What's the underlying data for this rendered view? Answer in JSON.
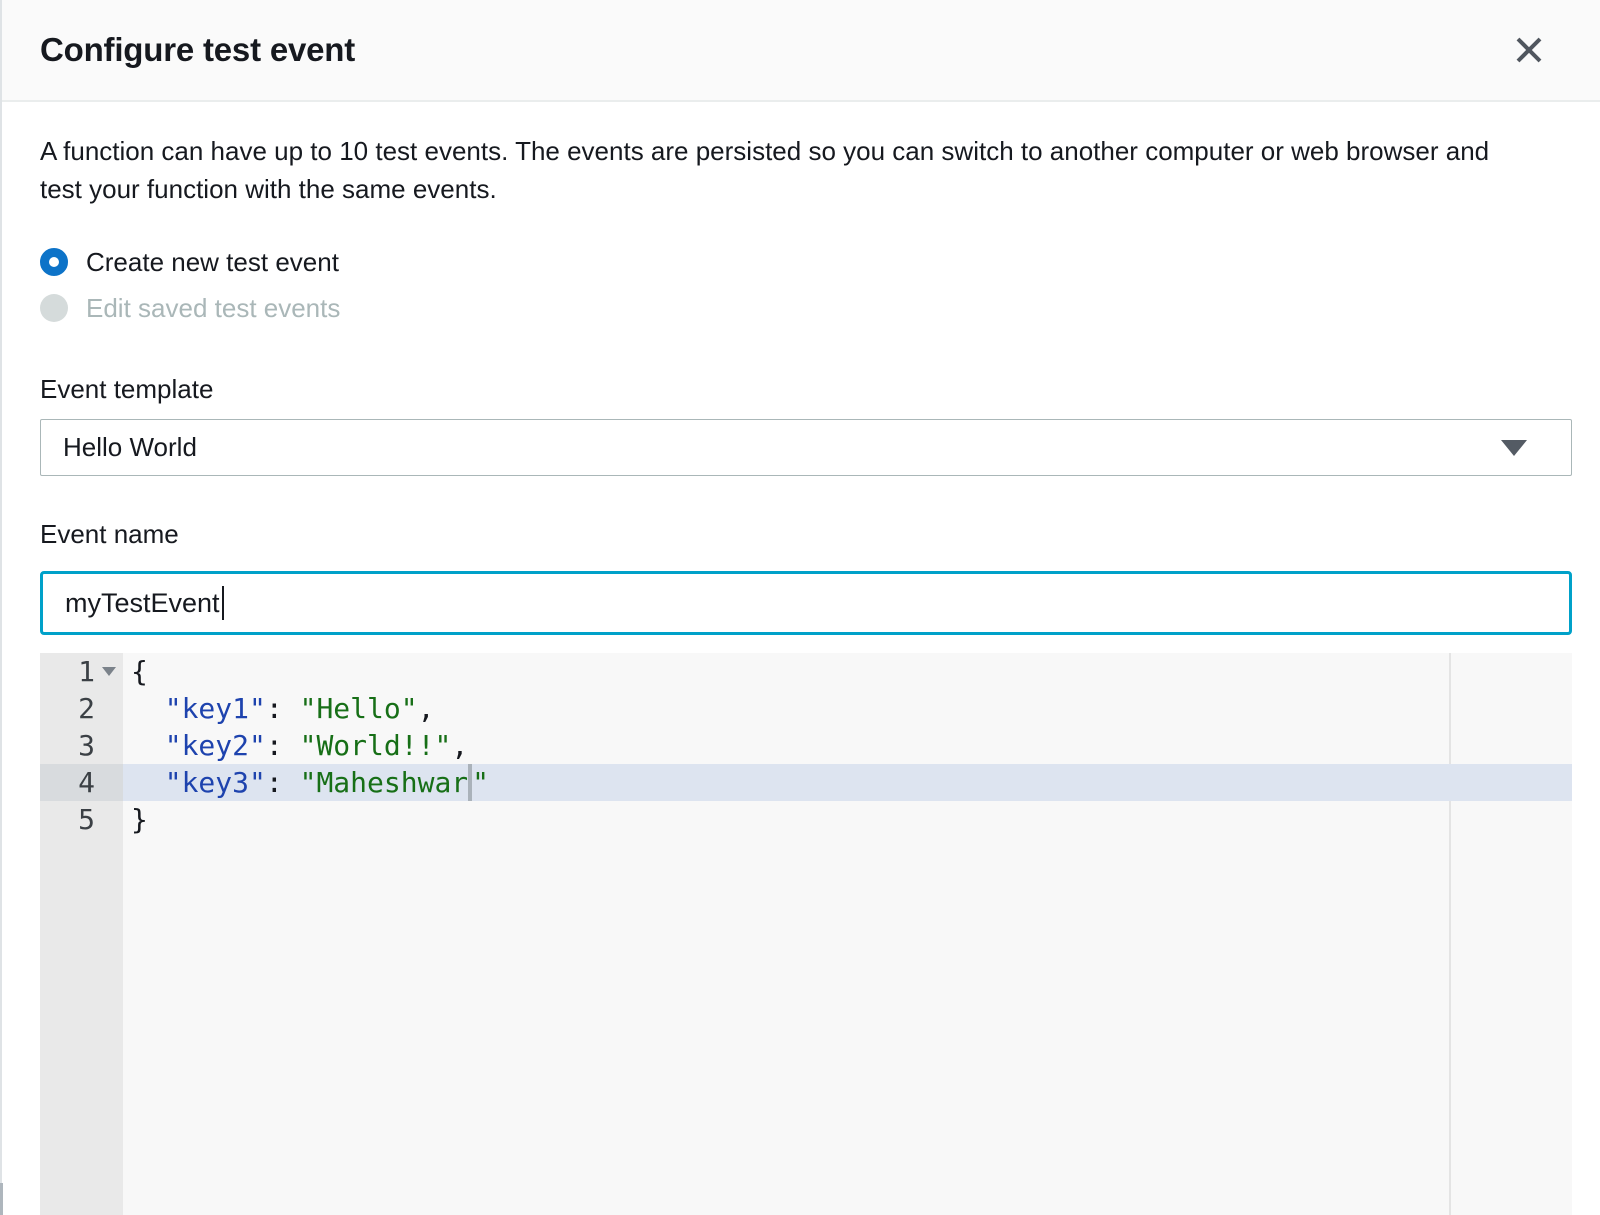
{
  "dialog": {
    "title": "Configure test event",
    "description": "A function can have up to 10 test events. The events are persisted so you can switch to another computer or web browser and test your function with the same events.",
    "radios": [
      {
        "label": "Create new test event",
        "selected": true,
        "disabled": false
      },
      {
        "label": "Edit saved test events",
        "selected": false,
        "disabled": true
      }
    ],
    "event_template": {
      "label": "Event template",
      "value": "Hello World"
    },
    "event_name": {
      "label": "Event name",
      "value": "myTestEvent"
    }
  },
  "editor": {
    "content": "{\n  \"key1\": \"Hello\",\n  \"key2\": \"World!!\",\n  \"key3\": \"Maheshwar\"\n}",
    "lines": [
      {
        "number": "1",
        "fold": true,
        "tokens": [
          {
            "text": "{",
            "type": "plain"
          }
        ]
      },
      {
        "number": "2",
        "tokens": [
          {
            "text": "  ",
            "type": "plain"
          },
          {
            "text": "\"key1\"",
            "type": "key"
          },
          {
            "text": ": ",
            "type": "plain"
          },
          {
            "text": "\"Hello\"",
            "type": "string"
          },
          {
            "text": ",",
            "type": "plain"
          }
        ]
      },
      {
        "number": "3",
        "tokens": [
          {
            "text": "  ",
            "type": "plain"
          },
          {
            "text": "\"key2\"",
            "type": "key"
          },
          {
            "text": ": ",
            "type": "plain"
          },
          {
            "text": "\"World!!\"",
            "type": "string"
          },
          {
            "text": ",",
            "type": "plain"
          }
        ]
      },
      {
        "number": "4",
        "active": true,
        "tokens": [
          {
            "text": "  ",
            "type": "plain"
          },
          {
            "text": "\"key3\"",
            "type": "key"
          },
          {
            "text": ": ",
            "type": "plain"
          },
          {
            "text": "\"Maheshwar",
            "type": "string"
          },
          {
            "cursor": true
          },
          {
            "text": "\"",
            "type": "string"
          }
        ]
      },
      {
        "number": "5",
        "tokens": [
          {
            "text": "}",
            "type": "plain"
          }
        ]
      }
    ]
  },
  "colors": {
    "radio_selected": "#0d73c8",
    "input_focus_border": "#00a1c9",
    "json_key": "#1e43ae",
    "json_string": "#176f17",
    "active_line": "#dde4f0",
    "header_bg": "#fafafa"
  }
}
